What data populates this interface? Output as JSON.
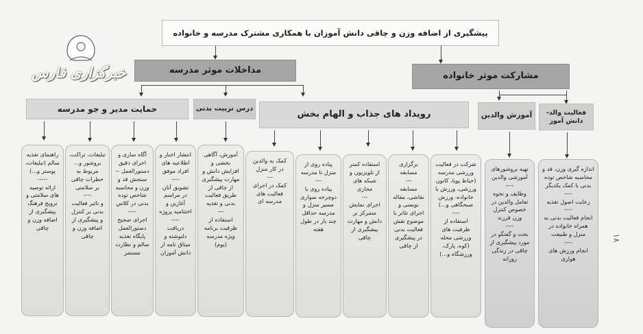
{
  "main_title": "پیشگیری از اضافه وزن و چاقی دانش آموزان با همکاری مشترک مدرسه و خانواده",
  "branches": {
    "school": "مداخلات موثر مدرسه",
    "family": "مشارکت موثر خانواده"
  },
  "categories": {
    "manager": "حمایت مدیر و جو مدرسه",
    "physical_ed": "درس تربیت بدنی",
    "events": "رویداد های جذاب و الهام بخش",
    "parent_training": "آموزش والدین",
    "parent_student": "فعالیت والد-دانش آموز"
  },
  "columns": [
    "اندازه گیری وزن، قد و محاسبه شاخص توده بدنی با کمک یکدیگر\n----\nرعایت اصول تغذیه\n----\nانجام فعالیت بدنی به همراه خانواده در منزل و طبیعت\n----\nانجام ورزش های هوازی",
    "تهیه بروشورهای آموزشی والدین\n----\nوظایف و نحوه تعامل والدین در خصوص کنترل وزن فرزند\n----\nبحث و گفتگو در مورد پیشگیری از چاقی در زندگی روزانه",
    "شرکت در فعالیت ورزشی مدرسه (حیاط پویا، کانون ورزشی، ورزش با خانواده، ورزش صبحگاهی و...)\n----\nاستفاده از ظرفیت های ورزشی محله (کوه، پارک، ورزشگاه و...)",
    "برگزاری مسابقه\n---\nمسابقه نقاشی، مقاله نویسی و اجرای تئاتر با موضوع نقش فعالیت بدنی در پیشگیری از چاقی",
    "استفاده کمتر از تلویزیون و شبکه های مجازی\n---\nاجرای نمایش متمرکز بر دانش و مهارت پیشگیری از چاقی",
    "پیاده روی از منزل تا مدرسه\n---\nپیاده روی یا دوچرخه سواری مسیر منزل و مدرسه حداقل چند بار در طول هفته",
    "کمک به والدین در کار منزل\n---\nکمک در اجرای فعالیت های مدرسه ای",
    "آموزش، آگاهی بخشی و افزایش دانش و مهارت پیشگیری از چاقی از طریق فعالیت بدنی و تغذیه\n---\nاستفاده از ظرفیت برنامه ویژه مدرسه (یوم)",
    "انتشار اخبار و اطلاعیه های افراد موفق\n----\nتشویق آنان در مراسم آغازین و اختتامیه پروژه\n----\nدریافت دلنوشته و میثاق نامه از دانش آموزان",
    "آگاه سازی و اجرای دقیق دستورالعمل --\nسنجش قد و وزن و محاسبه شاخص توده بدنی در کلاس\n----\nاجرای صحیح دستورالعمل پایگاه تغذیه سالم و نظارت مستمر",
    "تبلیغات، تراکت، بروشور و... مربوط به خطرات چاقی بر سلامتی\n----\nو تاثیر فعالیت بدنی بر کنترل و پیشگیری از اضافه وزن و چاقی",
    "راهنمای تغذیه سالم (تبلیغات، پوستر و...)\n-----\nارائه توصیه های سلامتی و ترویج فرهنگ پیشگیری از اضافه وزن و چاقی"
  ],
  "page_number": "۱۸",
  "watermark": "خبرگزاری فارس"
}
